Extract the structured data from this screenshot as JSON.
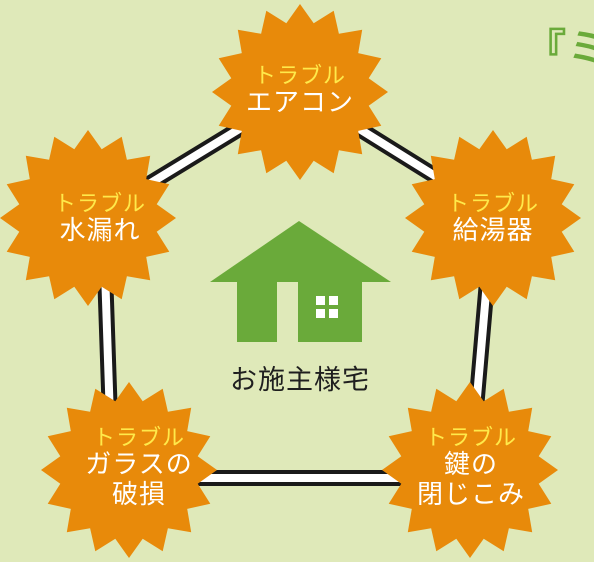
{
  "title_fragment": "『ミ",
  "center": {
    "label": "お施主様宅"
  },
  "colors": {
    "background": "#dfe9b9",
    "burst": "#e88a0a",
    "house": "#6aaa3a",
    "tag_text": "#ffe94a",
    "name_text": "#ffffff",
    "ring": "#1a1a1a"
  },
  "icons": {
    "center": "house-icon",
    "nodes": "starburst-shape"
  },
  "troubles": [
    {
      "tag": "トラブル",
      "lines": [
        "エアコン"
      ]
    },
    {
      "tag": "トラブル",
      "lines": [
        "給湯器"
      ]
    },
    {
      "tag": "トラブル",
      "lines": [
        "鍵の",
        "閉じこみ"
      ]
    },
    {
      "tag": "トラブル",
      "lines": [
        "ガラスの",
        "破損"
      ]
    },
    {
      "tag": "トラブル",
      "lines": [
        "水漏れ"
      ]
    }
  ]
}
